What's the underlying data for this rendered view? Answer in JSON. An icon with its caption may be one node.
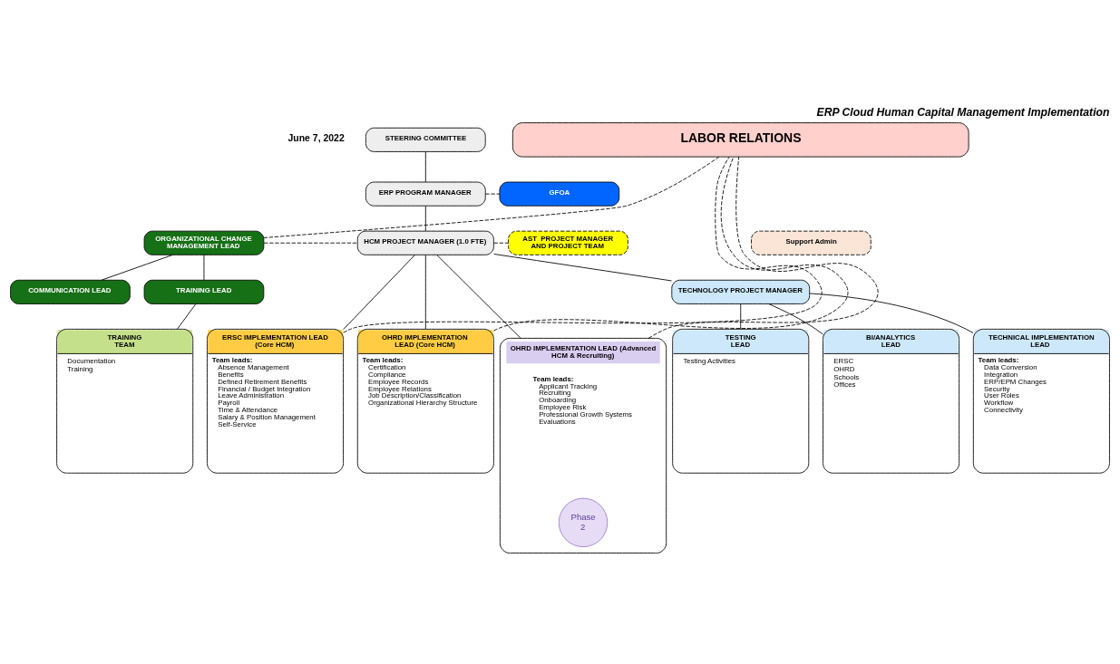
{
  "diagram": {
    "title": "ERP Cloud Human Capital Management Implementation",
    "nodes": [
      {
        "text": [
          "STEERING COMMITTEE"
        ]
      },
      {
        "text": [
          "ERP PROGRAM MANAGER"
        ]
      },
      {
        "text": [
          "GFOA"
        ]
      },
      {
        "text": [
          "Support Admin"
        ]
      },
      {
        "text": [
          "ORGANIZATIONAL CHANGE MANAGEMENT LEAD"
        ]
      },
      {
        "text": [
          "HCM PROJECT MANAGER (1.0 FTE)"
        ]
      },
      {
        "text": [
          "AST  PROJECT MANAGER AND PROJECT TEAM"
        ]
      },
      {
        "text": [
          "TECHNOLOGY PROJECT MANAGER"
        ]
      },
      {
        "text": [
          "TRAINING LEAD"
        ]
      },
      {
        "text": [
          "COMMUNICATION LEAD"
        ]
      },
      {
        "text": [
          "TRAINING TEAM",
          "Documentation",
          "Training"
        ]
      },
      {
        "text": [
          "ERSC IMPLEMENTATION LEAD (Core HCM)",
          "Team leads:",
          "Absence Management",
          "Benefits",
          "Defined Retirement Benefits",
          "Financial / Budget Integration",
          "Leave Administration",
          "Payroll",
          "Time & Attendance",
          "Salary & Position Management",
          "Self-Service"
        ]
      },
      {
        "text": [
          "OHRD IMPLEMENTATION  LEAD (Core HCM)",
          "Team leads:",
          "Certification",
          "Compliance",
          "Employee Records",
          "Employee Relations",
          "Job Description/Classification",
          "Organizational Hierarchy Structure"
        ]
      },
      {
        "text": [
          "OHRD IMPLEMENTATION LEAD (Advanced HCM & Recruiting)",
          "Team leads:",
          "Applicant Tracking",
          "Recruiting",
          "Onboarding",
          "Employee Risk",
          "Professional Growth Systems",
          "Evaluations"
        ]
      },
      {
        "text": [
          "Phase 2"
        ],
        "in": 13
      },
      {
        "text": [
          "TECHNICAL IMPLEMENTATION  LEAD",
          "Team leads:",
          "Data Conversion",
          "Integration",
          "ERP/EPM Changes",
          "Security",
          "User Roles",
          "Workflow",
          "Connectivity"
        ]
      },
      {
        "text": [
          "TESTING LEAD",
          "Testing Activities"
        ]
      },
      {
        "text": [
          "BI/ANALYTICS LEAD",
          "ERSC",
          "OHRD",
          "Schools",
          "Offices"
        ]
      },
      {
        "text": [
          "LABOR RELATIONS"
        ]
      }
    ],
    "edges": [
      {
        "from": 0,
        "to": 1,
        "arrow": "none"
      },
      {
        "from": 1,
        "to": 2,
        "arrow": "none",
        "style": "dashed"
      },
      {
        "from": 1,
        "to": 5,
        "arrow": "none"
      },
      {
        "from": 4,
        "to": 5,
        "arrow": "none",
        "style": "dashed"
      },
      {
        "from": 5,
        "to": 6,
        "arrow": "none",
        "style": "dashed"
      },
      {
        "from": 5,
        "to": 7,
        "arrow": "none"
      },
      {
        "from": 4,
        "to": 8,
        "arrow": "none"
      },
      {
        "from": 4,
        "to": 9,
        "arrow": "none"
      },
      {
        "from": 8,
        "to": 10,
        "arrow": "none"
      },
      {
        "from": 5,
        "to": 11,
        "arrow": "none"
      },
      {
        "from": 5,
        "to": 12,
        "arrow": "none"
      },
      {
        "from": 5,
        "to": 13,
        "arrow": "none"
      },
      {
        "from": 7,
        "to": 15,
        "arrow": "none"
      },
      {
        "from": 7,
        "to": 16,
        "arrow": "none"
      },
      {
        "from": 7,
        "to": 17,
        "arrow": "none"
      },
      {
        "from": 4,
        "to": 18,
        "arrow": "none",
        "style": "dashed"
      },
      {
        "from": 11,
        "to": 18,
        "arrow": "none",
        "style": "dashed"
      },
      {
        "from": 12,
        "to": 18,
        "arrow": "none",
        "style": "dashed"
      },
      {
        "from": 13,
        "to": 18,
        "arrow": "none",
        "style": "dashed"
      }
    ],
    "labels": [
      "June 7, 2022"
    ]
  }
}
